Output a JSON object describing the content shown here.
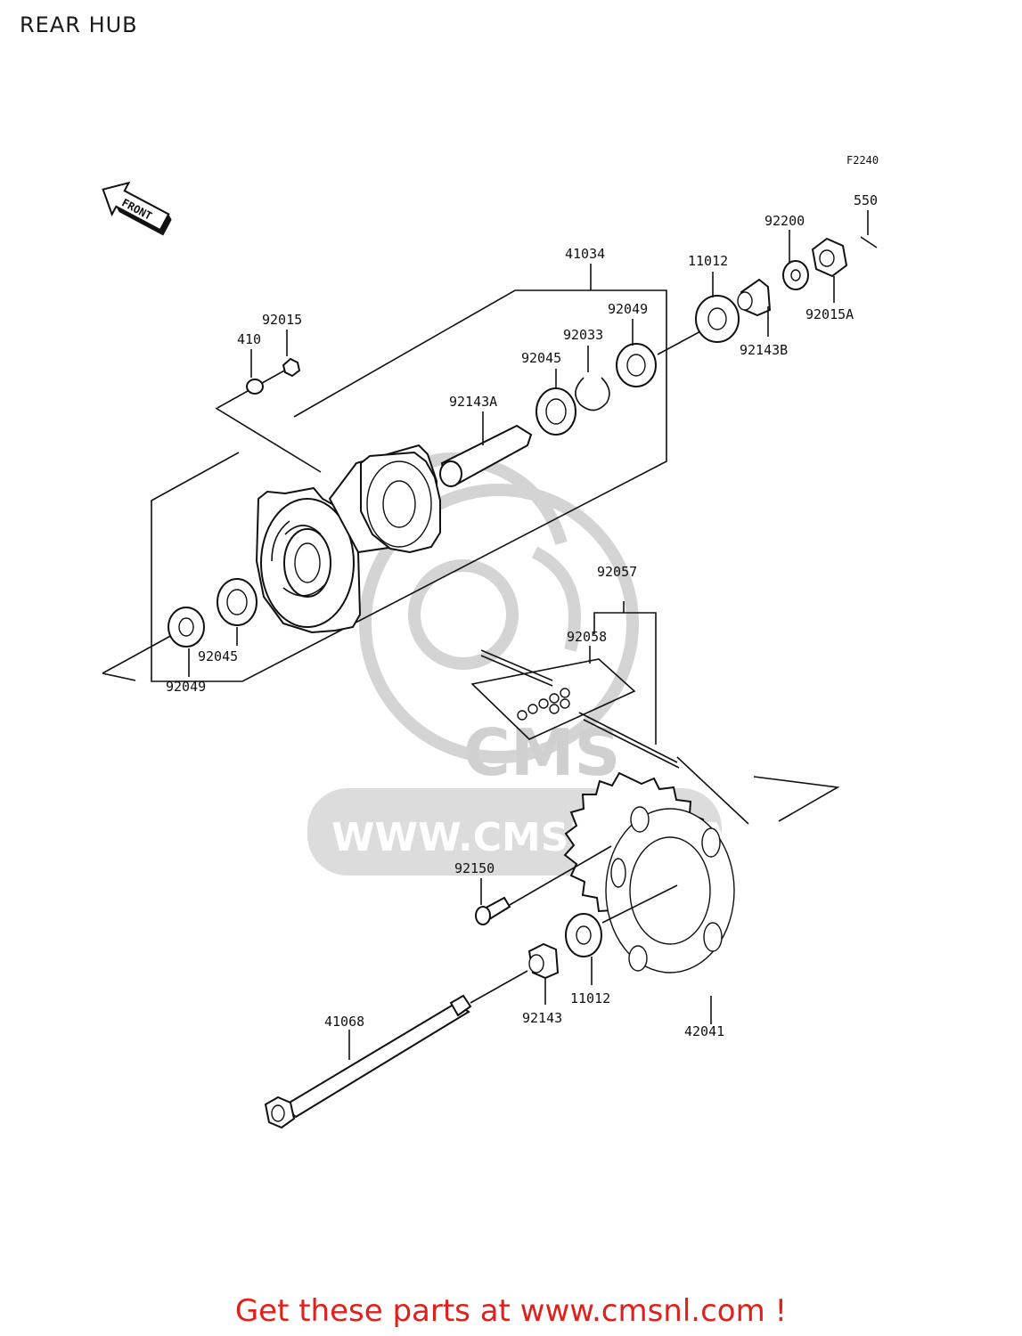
{
  "page_title": "REAR HUB",
  "figure_code": "F2240",
  "front_indicator": "FRONT",
  "watermark": {
    "logo_text": "CMS",
    "url_text": "WWW.CMSNL.COM"
  },
  "parts": [
    {
      "label": "550"
    },
    {
      "label": "92200"
    },
    {
      "label": "11012"
    },
    {
      "label": "41034"
    },
    {
      "label": "92049"
    },
    {
      "label": "92143B"
    },
    {
      "label": "92015A"
    },
    {
      "label": "92015"
    },
    {
      "label": "410"
    },
    {
      "label": "92033"
    },
    {
      "label": "92045"
    },
    {
      "label": "92143A"
    },
    {
      "label": "92057"
    },
    {
      "label": "92058"
    },
    {
      "label": "92045"
    },
    {
      "label": "92049"
    },
    {
      "label": "92150"
    },
    {
      "label": "11012"
    },
    {
      "label": "92143"
    },
    {
      "label": "42041"
    },
    {
      "label": "41068"
    }
  ],
  "footer": {
    "cta_text": "Get these parts at www.cmsnl.com !",
    "color": "#e0201c"
  }
}
